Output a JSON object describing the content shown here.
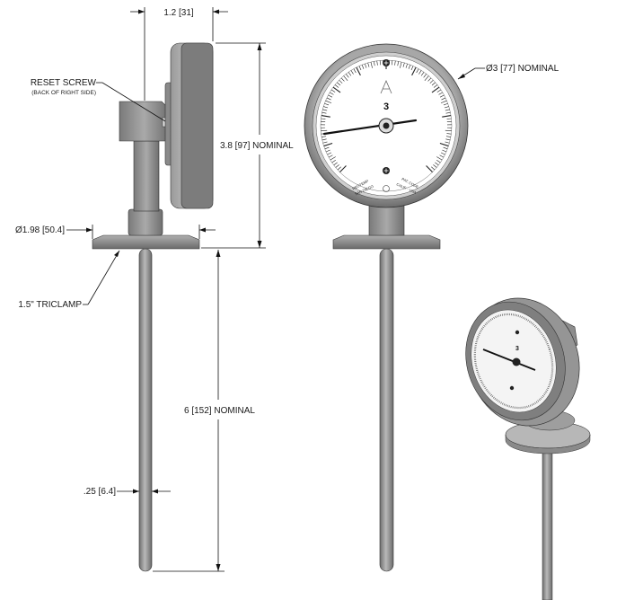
{
  "dimensions": {
    "bezel_width": "1.2 [31]",
    "reset_screw": "RESET SCREW",
    "reset_screw_note": "(BACK OF RIGHT SIDE)",
    "height": "3.8 [97] NOMINAL",
    "dial_diameter": "Ø3 [77] NOMINAL",
    "clamp_diameter": "Ø1.98 [50.4]",
    "triclamp": "1.5\" TRICLAMP",
    "stem_length": "6 [152] NOMINAL",
    "stem_diameter": ".25 [6.4]"
  },
  "gauge_face": {
    "logo_number": "3",
    "text_left_1": "REOTEMP",
    "text_left_2": "SAN DIEGO",
    "text_right_1": "PAT. CODE",
    "text_right_2": "CALIF. - USA",
    "iso_number": "3"
  },
  "colors": {
    "body_gray": "#8c8c8c",
    "face_white": "#ffffff",
    "line_black": "#111111"
  }
}
